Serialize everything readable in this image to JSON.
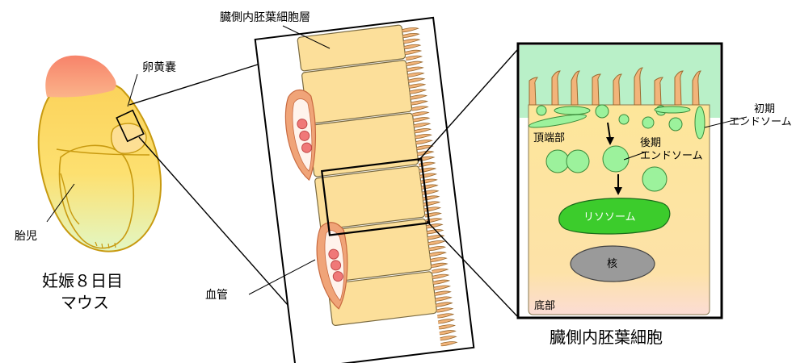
{
  "labels": {
    "parietal_endoderm_layer": "臓側内胚葉細胞層",
    "yolk_sac": "卵黄嚢",
    "embryo": "胎児",
    "mouse_line1": "妊娠８日目",
    "mouse_line2": "マウス",
    "blood_vessel": "血管",
    "apical": "頂端部",
    "early_endosome_line1": "初期",
    "early_endosome_line2": "エンドソーム",
    "late_endosome_line1": "後期",
    "late_endosome_line2": "エンドソーム",
    "lysosome": "リソソーム",
    "nucleus": "核",
    "basal": "底部",
    "cell_title": "臓側内胚葉細胞"
  },
  "colors": {
    "cell_fill": "#fcdf9a",
    "lumen_green": "#b9f0c8",
    "vesicle_green": "#9cf29c",
    "lysosome_green": "#3ccc2c",
    "nucleus_gray": "#9a9a9a",
    "vessel_salmon": "#f0a478",
    "blood_cell_red": "#f07878",
    "cap_salmon": "#f58c70"
  }
}
